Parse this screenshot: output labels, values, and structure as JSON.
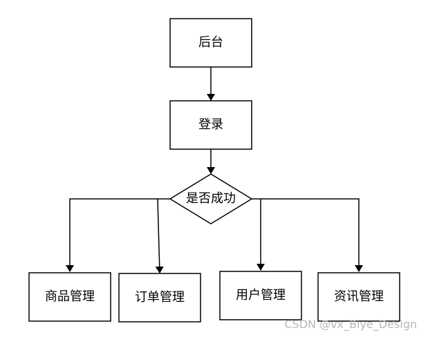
{
  "flowchart": {
    "backend": "后台",
    "login": "登录",
    "decision": "是否成功",
    "branches": [
      "商品管理",
      "订单管理",
      "用户管理",
      "资讯管理"
    ]
  },
  "watermark": "CSDN @vx_Biye_Design"
}
